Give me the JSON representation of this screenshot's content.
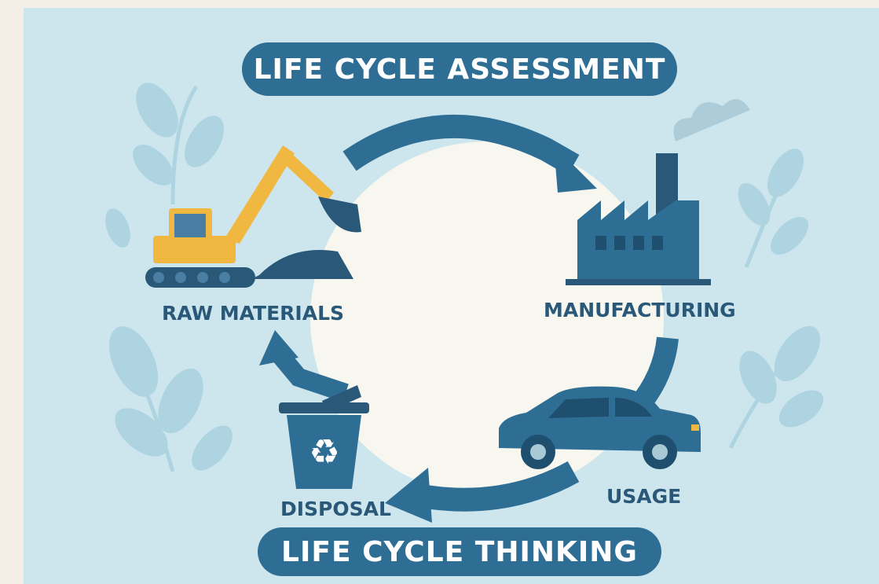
{
  "title": "LIFE CYCLE ASSESSMENT",
  "footer": "LIFE CYCLE THINKING",
  "stages": {
    "raw_materials": "RAW MATERIALS",
    "manufacturing": "MANUFACTURING",
    "usage": "USAGE",
    "disposal": "DISPOSAL"
  },
  "colors": {
    "background": "#cde6ee",
    "outer_background": "#f3efe7",
    "primary": "#2f6e94",
    "label_text": "#2a5878",
    "circle": "#f7f7ef",
    "leaf": "#a9d2df",
    "excavator": "#f0b840"
  },
  "icons": [
    "excavator-icon",
    "factory-icon",
    "car-icon",
    "recycle-bin-icon",
    "leaf-decoration",
    "cycle-arrow"
  ]
}
